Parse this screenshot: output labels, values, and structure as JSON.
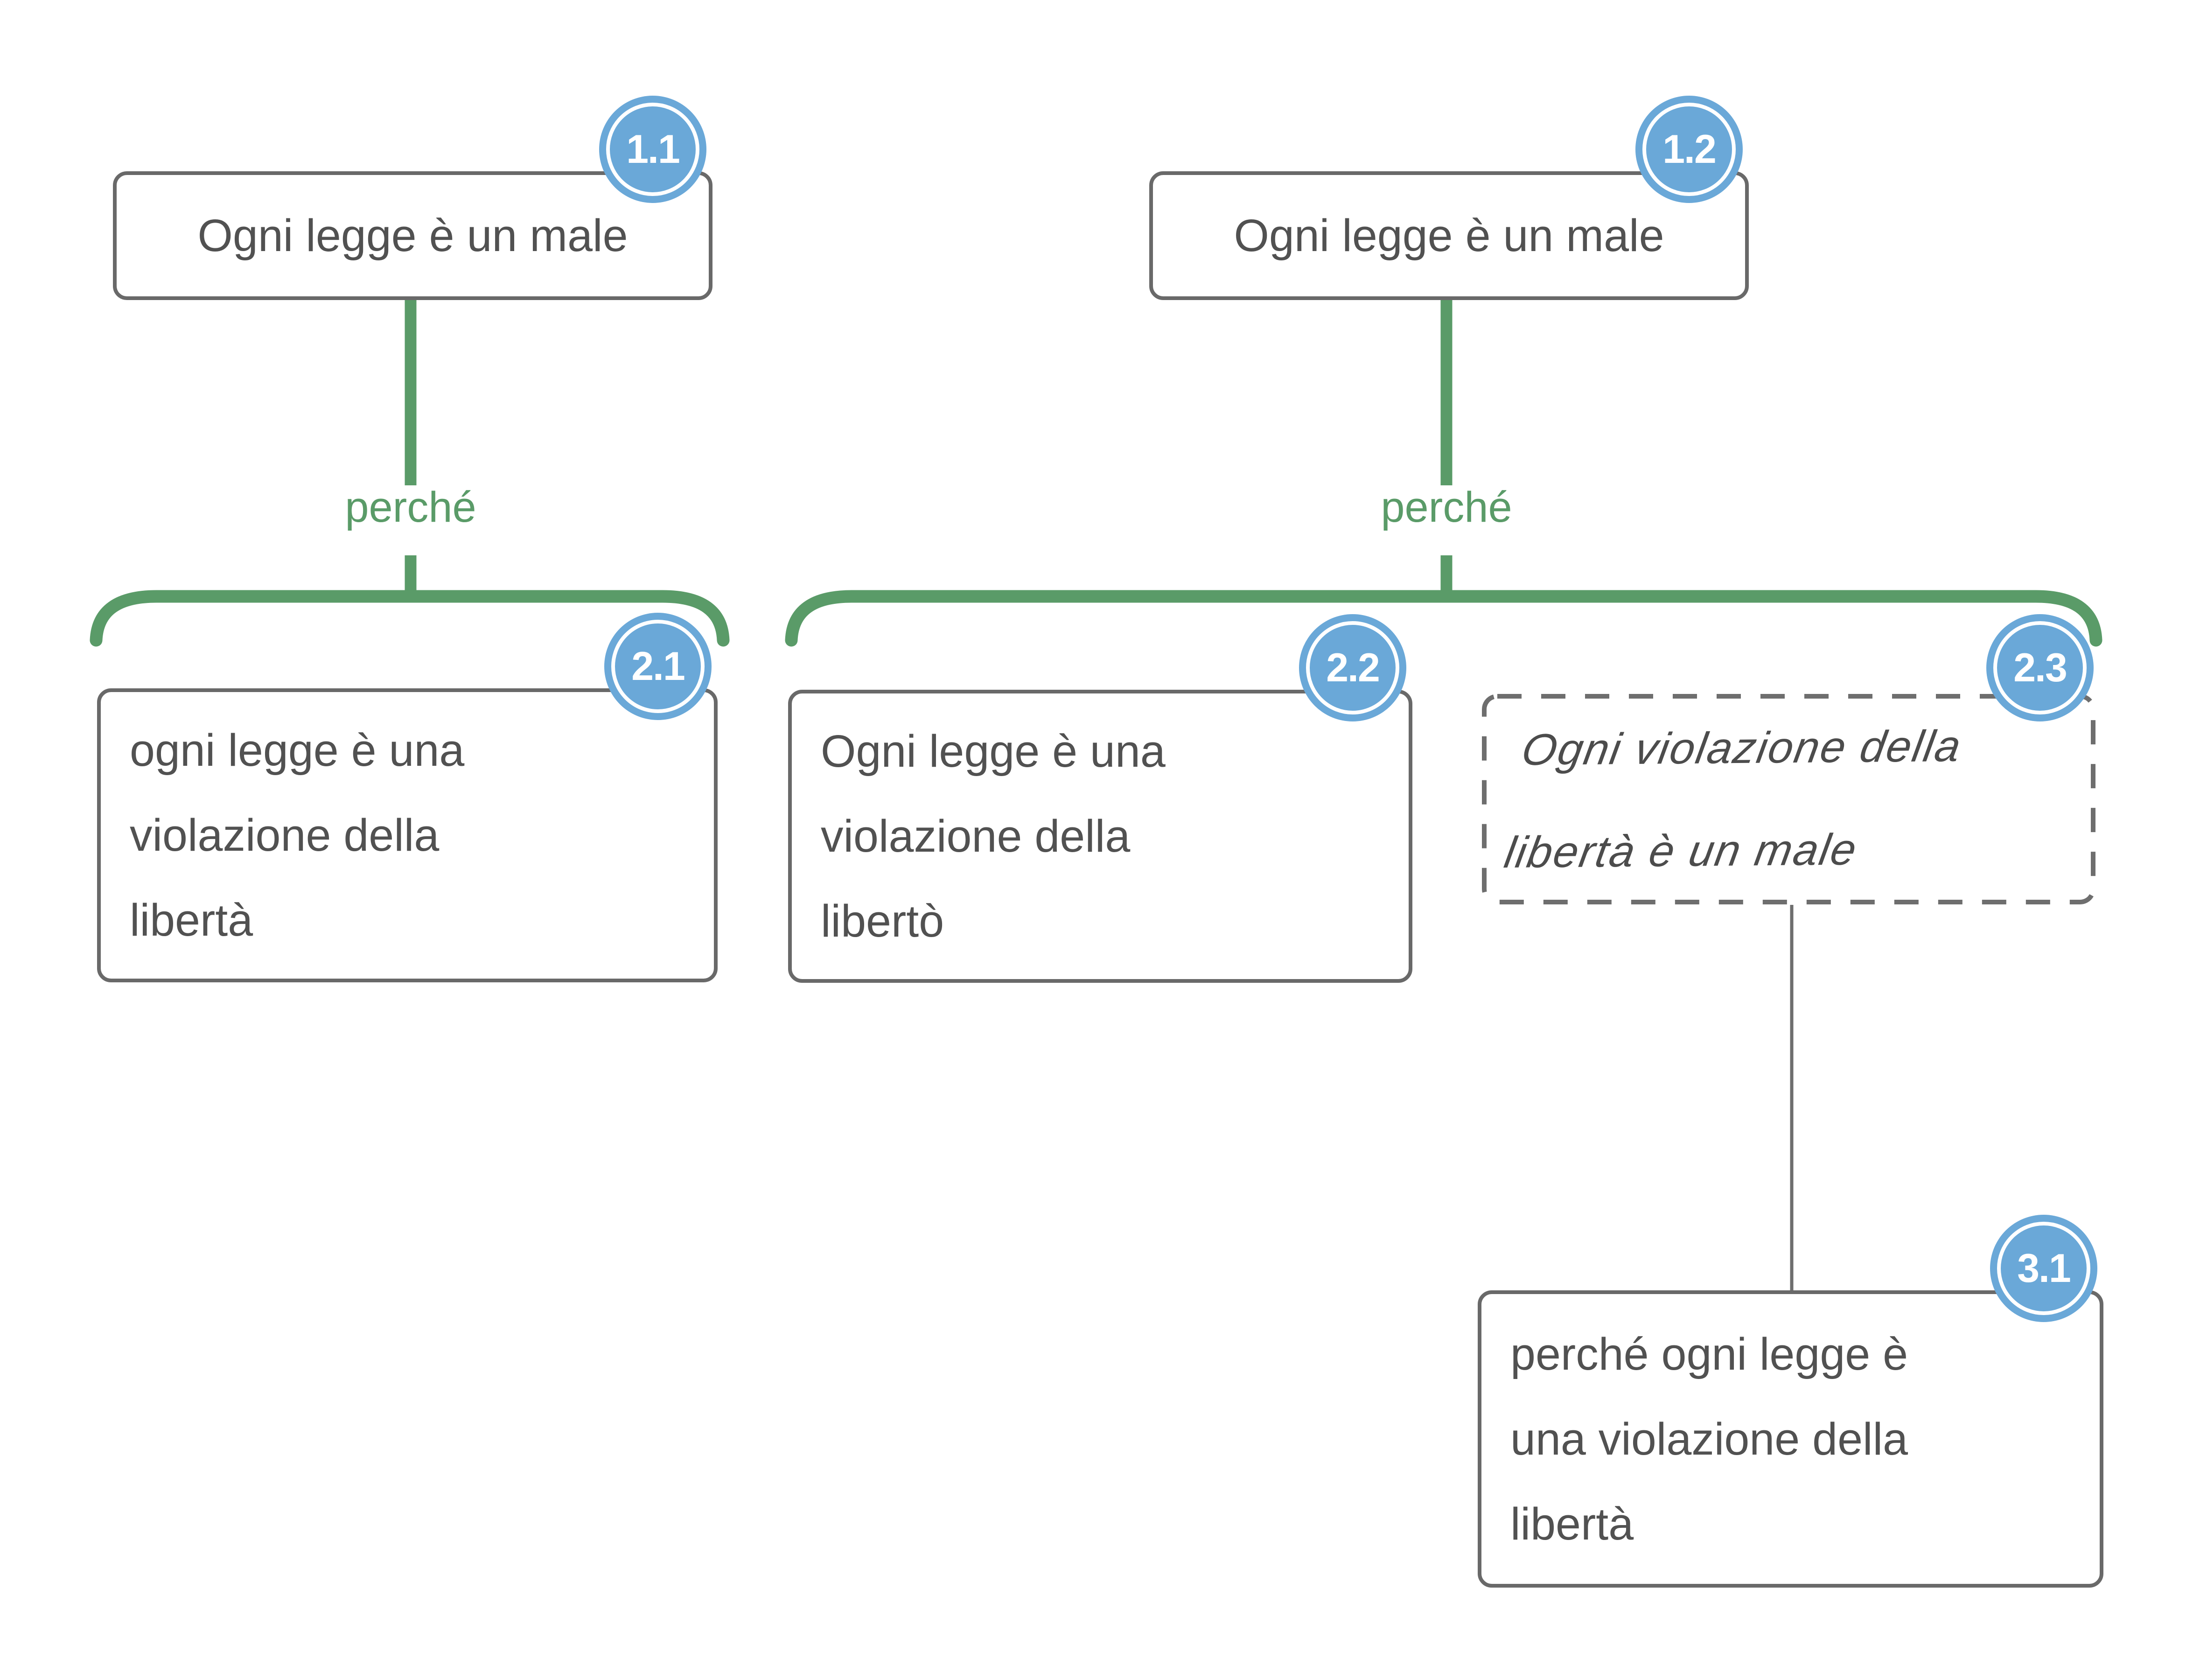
{
  "colors": {
    "relation_green": "#5a9b68",
    "badge_blue": "#6aa8d8",
    "box_border_gray": "#696969",
    "text_gray": "#515151",
    "connector_gray": "#6e6e6e",
    "background": "#ffffff"
  },
  "maps": [
    {
      "root": {
        "badge": "1.1",
        "text": "Ogni legge è un male"
      },
      "relation_label": "perché",
      "children": [
        {
          "badge": "2.1",
          "text": "ogni legge è una\nviolazione della\nlibertà"
        }
      ]
    },
    {
      "root": {
        "badge": "1.2",
        "text": "Ogni legge è un male"
      },
      "relation_label": "perché",
      "children": [
        {
          "badge": "2.2",
          "text": "Ogni legge è una\nviolazione della\nlibertò"
        },
        {
          "badge": "2.3",
          "text": "Ogni violazione della\nlibertà è un male",
          "child": {
            "badge": "3.1",
            "text": "perché ogni legge è\nuna violazione della\nlibertà"
          }
        }
      ]
    }
  ]
}
